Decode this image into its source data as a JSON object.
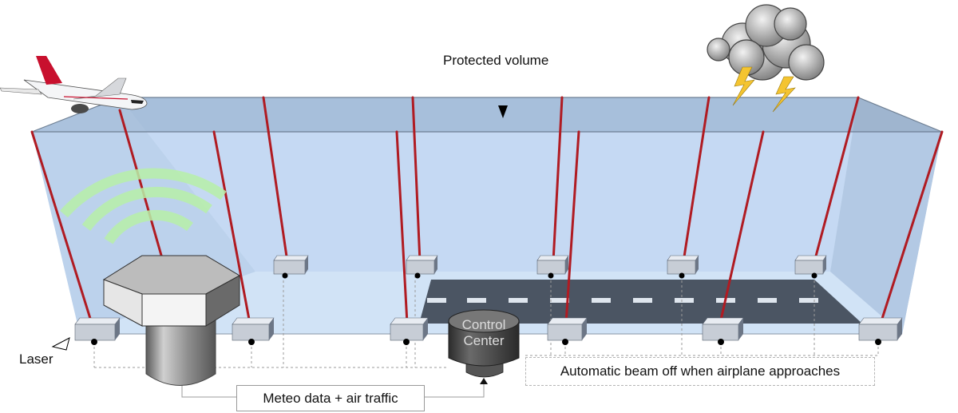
{
  "labels": {
    "protected_volume": "Protected volume",
    "laser": "Laser",
    "control_center_line1": "Control",
    "control_center_line2": "Center",
    "meteo_box": "Meteo data + air traffic",
    "auto_beam_box": "Automatic beam off when airplane approaches"
  },
  "colors": {
    "volume_fill": "#bcd4f0",
    "volume_edge": "#6e7f93",
    "laser_beam": "#b01b22",
    "runway": "#4b5563",
    "wifi_signal": "#b8f0a8",
    "lightning": "#f4c430",
    "control_center": "#3f3f3f"
  },
  "icons": [
    "airplane-icon",
    "storm-cloud-icon",
    "lightning-icon",
    "wifi-signal-icon",
    "hex-bolt-icon",
    "laser-unit-icon"
  ]
}
